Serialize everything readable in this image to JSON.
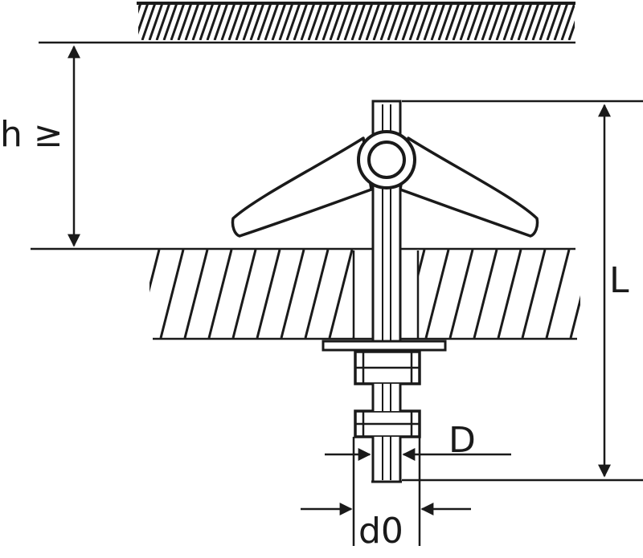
{
  "labels": {
    "h": "h ≥",
    "L": "L",
    "D": "D",
    "d0": "d0"
  },
  "colors": {
    "ink": "#1a1a1a",
    "background": "#ffffff"
  }
}
